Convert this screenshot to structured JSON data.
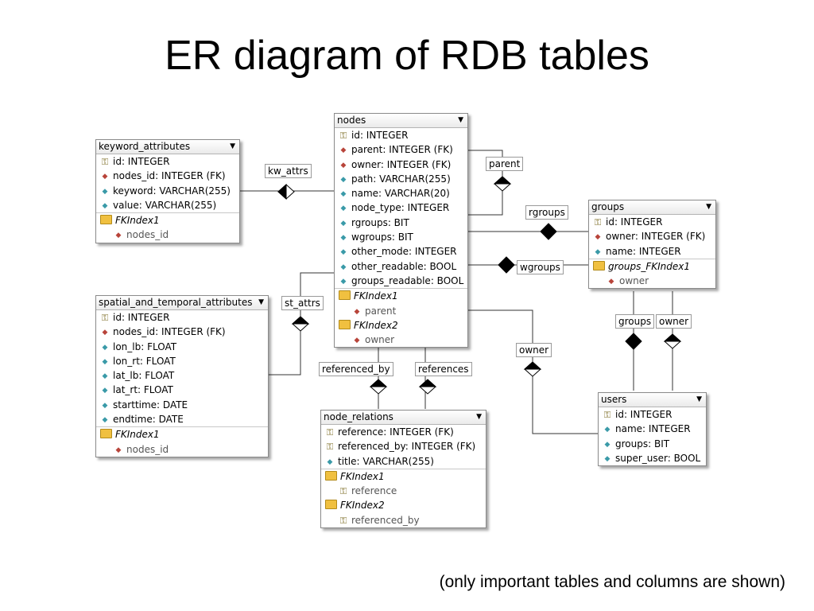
{
  "title": "ER diagram of RDB tables",
  "footnote": "(only important tables and columns are shown)",
  "tables": {
    "nodes": {
      "name": "nodes",
      "columns": [
        "id: INTEGER",
        "parent: INTEGER (FK)",
        "owner: INTEGER (FK)",
        "path: VARCHAR(255)",
        "name: VARCHAR(20)",
        "node_type: INTEGER",
        "rgroups: BIT",
        "wgroups: BIT",
        "other_mode: INTEGER",
        "other_readable: BOOL",
        "groups_readable: BOOL"
      ],
      "indexes": [
        "FKIndex1",
        "parent",
        "FKIndex2",
        "owner"
      ]
    },
    "keyword_attributes": {
      "name": "keyword_attributes",
      "columns": [
        "id: INTEGER",
        "nodes_id: INTEGER (FK)",
        "keyword: VARCHAR(255)",
        "value: VARCHAR(255)"
      ],
      "indexes": [
        "FKIndex1",
        "nodes_id"
      ]
    },
    "spatial": {
      "name": "spatial_and_temporal_attributes",
      "columns": [
        "id: INTEGER",
        "nodes_id: INTEGER (FK)",
        "lon_lb: FLOAT",
        "lon_rt: FLOAT",
        "lat_lb: FLOAT",
        "lat_rt: FLOAT",
        "starttime: DATE",
        "endtime: DATE"
      ],
      "indexes": [
        "FKIndex1",
        "nodes_id"
      ]
    },
    "groups": {
      "name": "groups",
      "columns": [
        "id: INTEGER",
        "owner: INTEGER (FK)",
        "name: INTEGER"
      ],
      "indexes": [
        "groups_FKIndex1",
        "owner"
      ]
    },
    "users": {
      "name": "users",
      "columns": [
        "id: INTEGER",
        "name: INTEGER",
        "groups: BIT",
        "super_user: BOOL"
      ]
    },
    "node_relations": {
      "name": "node_relations",
      "columns": [
        "reference: INTEGER (FK)",
        "referenced_by: INTEGER (FK)",
        "title: VARCHAR(255)"
      ],
      "indexes": [
        "FKIndex1",
        "reference",
        "FKIndex2",
        "referenced_by"
      ]
    }
  },
  "relations": {
    "kw_attrs": "kw_attrs",
    "parent": "parent",
    "rgroups": "rgroups",
    "wgroups": "wgroups",
    "st_attrs": "st_attrs",
    "owner_nodes": "owner",
    "groups": "groups",
    "owner_groups": "owner",
    "referenced_by": "referenced_by",
    "references": "references"
  },
  "icons": {
    "primary_key": "key-icon",
    "foreign_key": "red-diamond-icon",
    "column": "teal-diamond-icon",
    "index": "folder-icon"
  }
}
